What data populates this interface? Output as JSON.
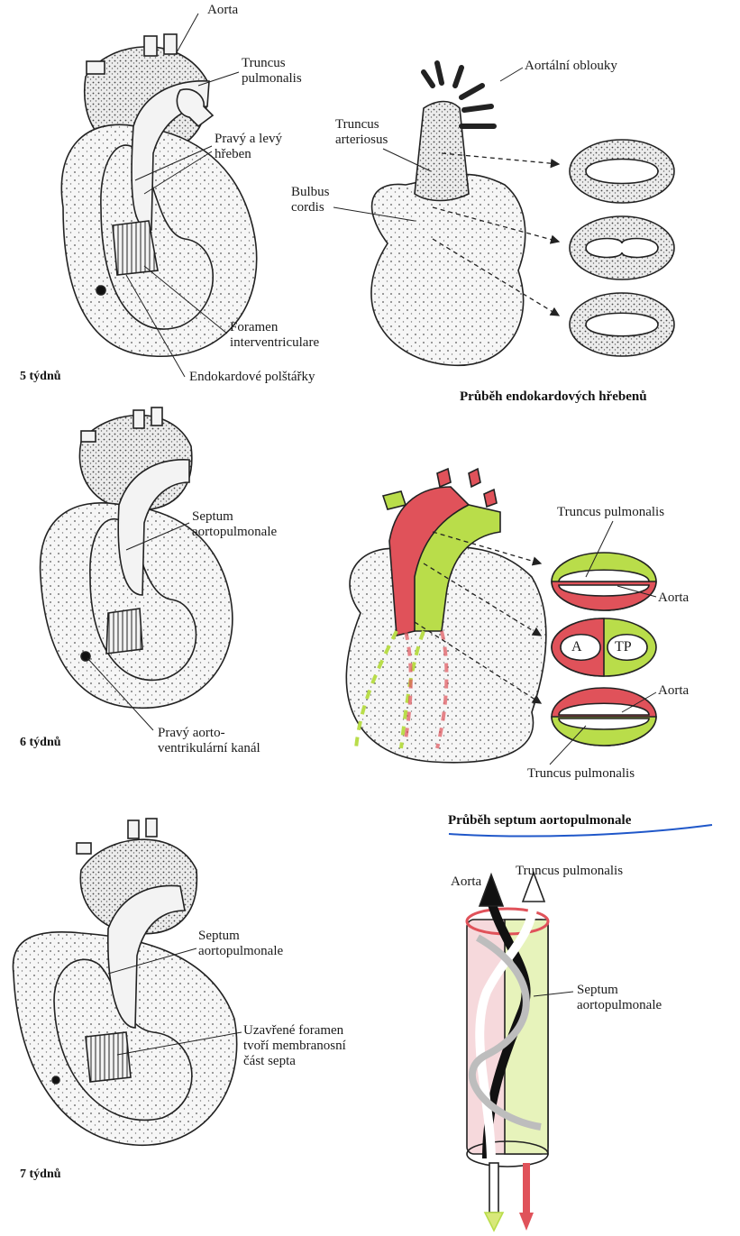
{
  "colors": {
    "aorta": "#e0525a",
    "truncus_pulmonalis": "#b9dd4a",
    "line": "#222222",
    "underline": "#1f57c9",
    "tissue": "#f4f4f4"
  },
  "panel_5weeks": {
    "stage": "5 týdnů",
    "labels": {
      "aorta": "Aorta",
      "truncus": "Truncus\npulmonalis",
      "ridges": "Pravý a levý\nhřeben",
      "foramen": "Foramen\ninterventriculare",
      "cushions": "Endokardové polštářky"
    }
  },
  "panel_ridges": {
    "caption": "Průběh endokardových hřebenů",
    "labels": {
      "arches": "Aortální oblouky",
      "truncus_arteriosus": "Truncus\narteriosus",
      "bulbus": "Bulbus\ncordis"
    }
  },
  "panel_6weeks": {
    "stage": "6 týdnů",
    "labels": {
      "septum": "Septum\naortopulmonale",
      "channel": "Pravý aorto-\nventrikulární kanál"
    }
  },
  "panel_septum_course": {
    "caption_prefix": "Průběh ",
    "caption_underlined": "septum aortopulmonale",
    "labels": {
      "truncus_top": "Truncus pulmonalis",
      "aorta_1": "Aorta",
      "a": "A",
      "tp": "TP",
      "aorta_2": "Aorta",
      "truncus_bottom": "Truncus pulmonalis"
    }
  },
  "panel_7weeks": {
    "stage": "7 týdnů",
    "labels": {
      "septum": "Septum\naortopulmonale",
      "closed": "Uzavřené foramen\ntvoří membranosní\nčást septa"
    }
  },
  "panel_spiral": {
    "labels": {
      "aorta": "Aorta",
      "truncus": "Truncus pulmonalis",
      "septum": "Septum\naortopulmonale"
    }
  }
}
